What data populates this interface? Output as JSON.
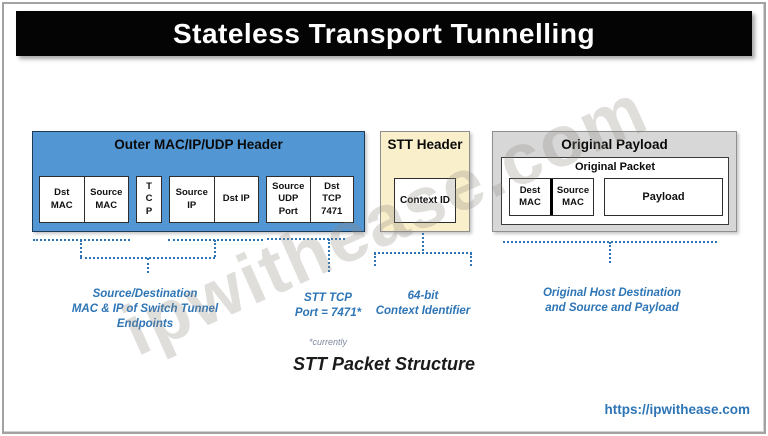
{
  "title": "Stateless Transport Tunnelling",
  "watermark": "ipwithease.com",
  "caption": "STT Packet Structure",
  "footer": {
    "link": "https://ipwithease.com"
  },
  "colors": {
    "accent_blue": "#2E75B6",
    "box_blue": "#5296D3",
    "box_cream": "#FAEFCB",
    "box_gray": "#D7D7D7"
  },
  "outer_header": {
    "title": "Outer MAC/IP/UDP Header",
    "cells": [
      {
        "label": "Dst\nMAC"
      },
      {
        "label": "Source\nMAC"
      },
      {
        "label": "T\nC\nP"
      },
      {
        "label": "Source\nIP"
      },
      {
        "label": "Dst IP"
      },
      {
        "label": "Source\nUDP\nPort"
      },
      {
        "label": "Dst\nTCP\n7471"
      }
    ]
  },
  "stt_header": {
    "title": "STT Header",
    "cell": "Context ID"
  },
  "original_payload": {
    "title": "Original Payload",
    "packet_title": "Original Packet",
    "cells": [
      {
        "label": "Dest\nMAC"
      },
      {
        "label": "Source\nMAC"
      },
      {
        "label": "Payload"
      }
    ]
  },
  "annotations": [
    {
      "text": "Source/Destination\nMAC & IP of Switch Tunnel\nEndpoints"
    },
    {
      "text": "STT TCP\nPort = 7471*",
      "note": "*currently"
    },
    {
      "text": "64-bit\nContext Identifier"
    },
    {
      "text": "Original Host Destination\nand Source and Payload"
    }
  ]
}
